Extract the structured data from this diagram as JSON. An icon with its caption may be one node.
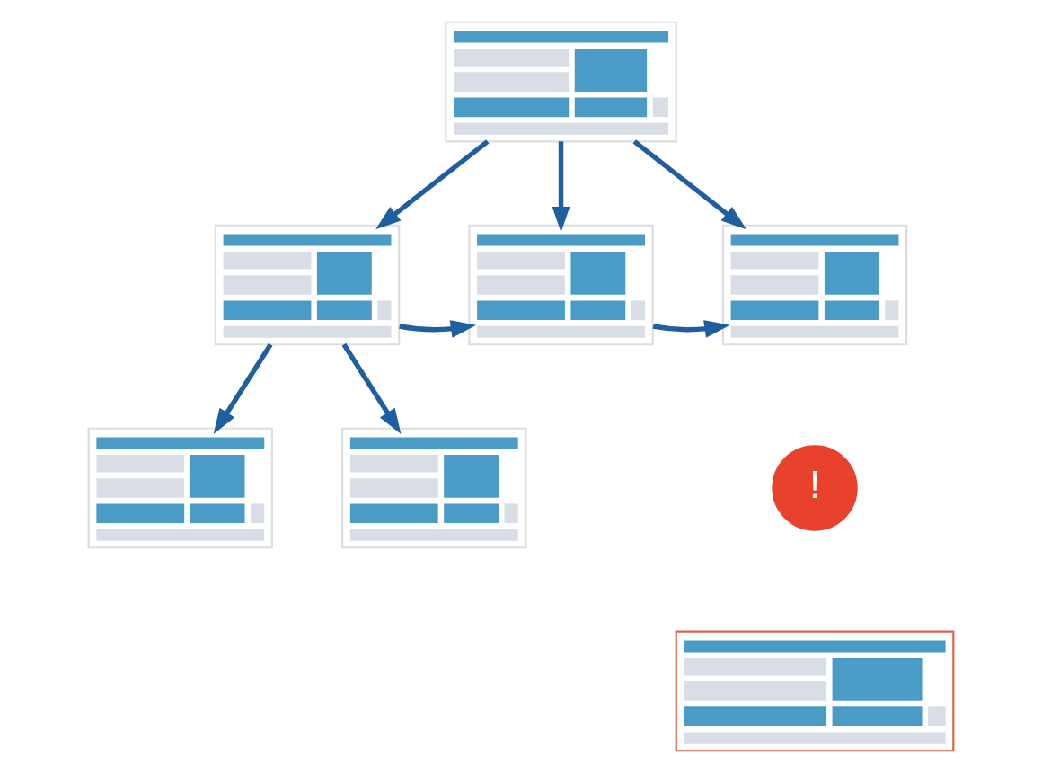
{
  "diagram": {
    "nodes": [
      {
        "text": [],
        "shape": "box"
      },
      {
        "text": [],
        "shape": "box"
      },
      {
        "text": [],
        "shape": "box"
      },
      {
        "text": [],
        "shape": "box"
      },
      {
        "text": [],
        "shape": "box"
      },
      {
        "text": [],
        "shape": "box"
      },
      {
        "text": [],
        "shape": "box"
      }
    ],
    "edges": [
      {
        "from": 0,
        "to": 1,
        "arrow": "to"
      },
      {
        "from": 0,
        "to": 2,
        "arrow": "to"
      },
      {
        "from": 0,
        "to": 3,
        "arrow": "to"
      },
      {
        "from": 1,
        "to": 2,
        "arrow": "to"
      },
      {
        "from": 2,
        "to": 3,
        "arrow": "to"
      },
      {
        "from": 1,
        "to": 4,
        "arrow": "to"
      },
      {
        "from": 1,
        "to": 5,
        "arrow": "to"
      }
    ],
    "labels": [
      "!"
    ]
  }
}
